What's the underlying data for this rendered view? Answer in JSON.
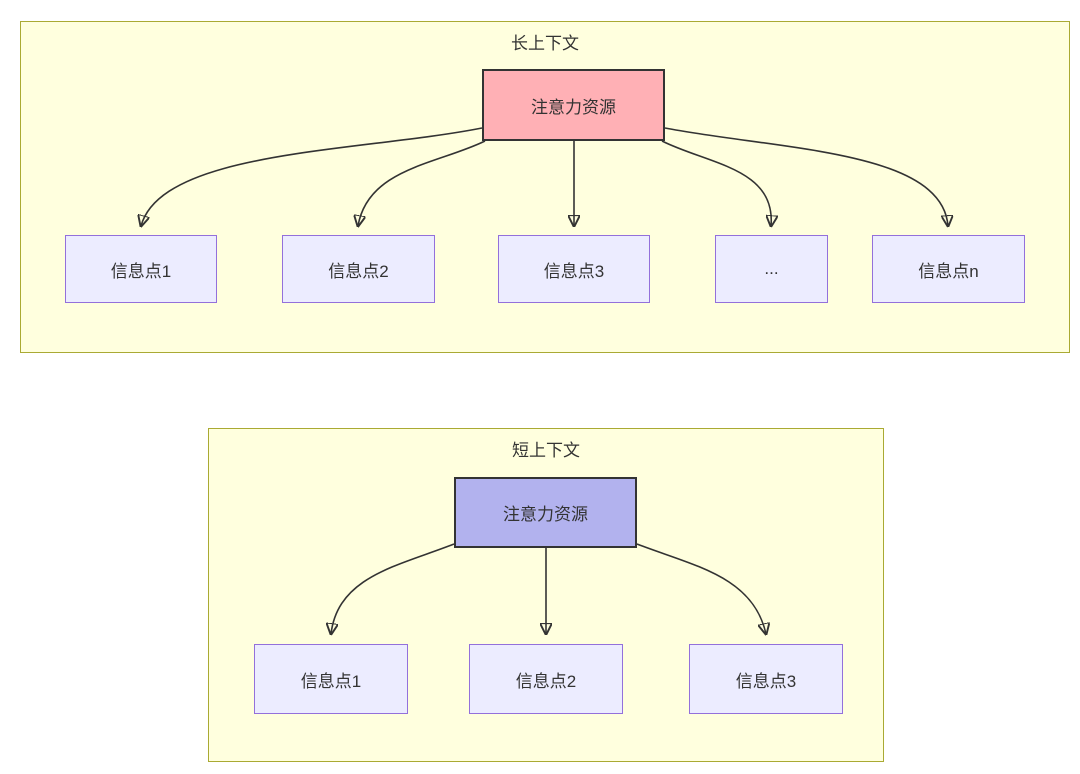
{
  "long_context": {
    "title": "长上下文",
    "root_label": "注意力资源",
    "children": [
      "信息点1",
      "信息点2",
      "信息点3",
      "...",
      "信息点n"
    ]
  },
  "short_context": {
    "title": "短上下文",
    "root_label": "注意力资源",
    "children": [
      "信息点1",
      "信息点2",
      "信息点3"
    ]
  },
  "colors": {
    "cluster_fill": "#ffffde",
    "cluster_border": "#aaaa33",
    "long_root_fill": "#ffb0b5",
    "short_root_fill": "#b2b2ee",
    "leaf_fill": "#ececff",
    "leaf_border": "#9370db",
    "root_border": "#333333",
    "edge_color": "#333333",
    "text_color": "#333333"
  }
}
